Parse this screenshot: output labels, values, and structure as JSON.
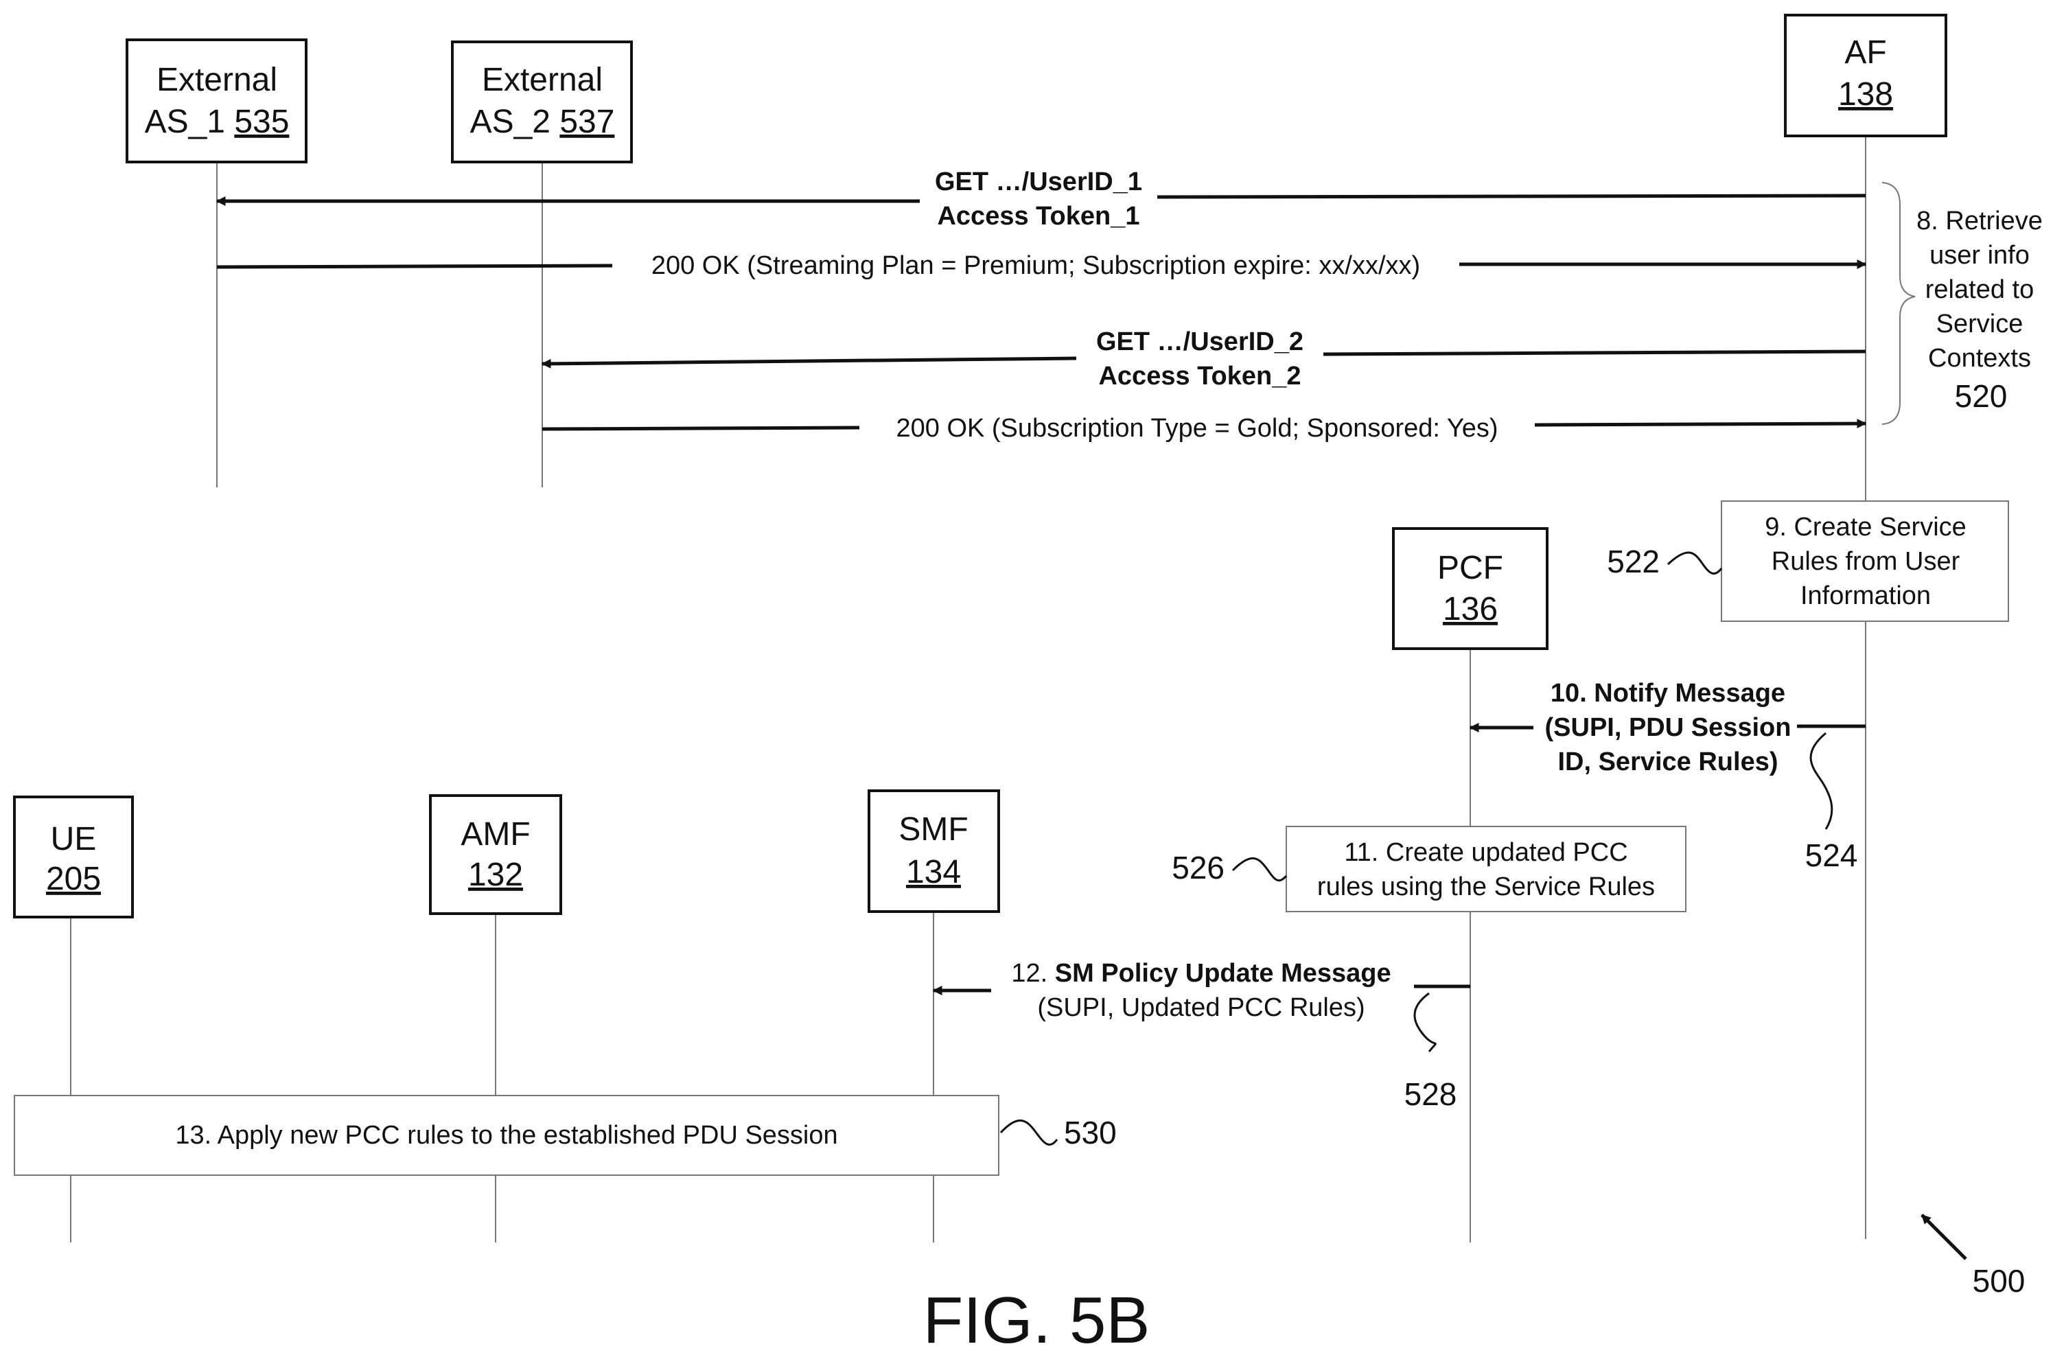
{
  "figure": {
    "caption": "FIG. 5B",
    "ref": "500"
  },
  "entities": {
    "as1": {
      "line1": "External",
      "name": "AS_1 ",
      "num": "535"
    },
    "as2": {
      "line1": "External",
      "name": "AS_2 ",
      "num": "537"
    },
    "af": {
      "name": "AF",
      "num": "138"
    },
    "pcf": {
      "name": "PCF",
      "num": "136"
    },
    "ue": {
      "name": "UE",
      "num": "205"
    },
    "amf": {
      "name": "AMF",
      "num": "132"
    },
    "smf": {
      "name": "SMF",
      "num": "134"
    }
  },
  "messages": {
    "m1": {
      "line1": "GET  …/UserID_1",
      "line2": "Access Token_1"
    },
    "m2": {
      "text": "200 OK (Streaming Plan = Premium; Subscription expire: xx/xx/xx)"
    },
    "m3": {
      "line1": "GET  …/UserID_2",
      "line2": "Access Token_2"
    },
    "m4": {
      "text": "200 OK  (Subscription Type = Gold; Sponsored: Yes)"
    },
    "m10": {
      "line1": "10. Notify Message",
      "line2": "(SUPI, PDU Session",
      "line3": "ID, Service Rules)"
    },
    "m12": {
      "prefix": "12. ",
      "bold": "SM Policy Update Message",
      "line2": "(SUPI, Updated PCC Rules)"
    }
  },
  "brace": {
    "lines": [
      "8. Retrieve",
      "user info",
      "related to",
      "Service",
      "Contexts"
    ],
    "ref": "520"
  },
  "boxes": {
    "b9": {
      "lines": [
        "9. Create Service",
        "Rules from User",
        "Information"
      ],
      "ref": "522"
    },
    "b11": {
      "lines": [
        "11. Create updated PCC",
        "rules using the Service Rules"
      ],
      "ref": "526"
    },
    "b13": {
      "text": "13. Apply new PCC rules to the established PDU Session",
      "ref": "530"
    }
  },
  "refs": {
    "r524": "524",
    "r528": "528"
  }
}
